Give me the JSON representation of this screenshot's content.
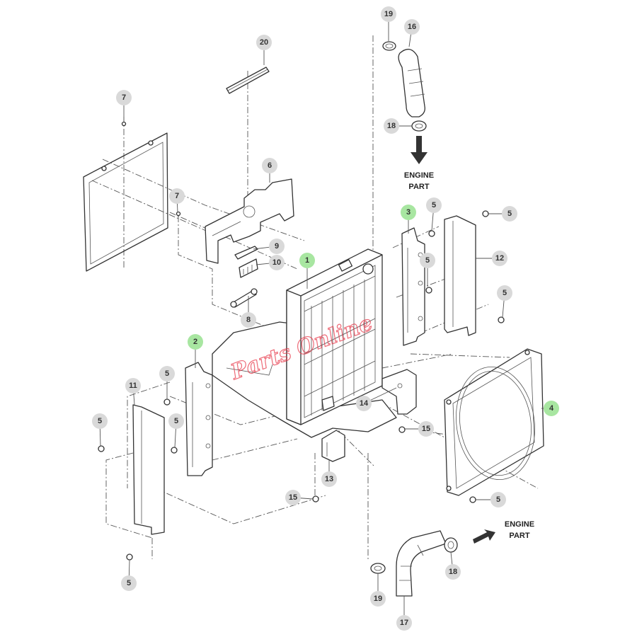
{
  "colors": {
    "callout_gray": "#d9d9d9",
    "callout_green": "#a8e6a1",
    "line": "#333333",
    "watermark": "#e8394a"
  },
  "engine_labels": [
    {
      "line1": "ENGINE",
      "line2": "PART"
    },
    {
      "line1": "ENGINE",
      "line2": "PART"
    }
  ],
  "callouts": [
    {
      "label": "1",
      "highlight": true
    },
    {
      "label": "2",
      "highlight": true
    },
    {
      "label": "3",
      "highlight": true
    },
    {
      "label": "4",
      "highlight": true
    },
    {
      "label": "5",
      "highlight": false
    },
    {
      "label": "5",
      "highlight": false
    },
    {
      "label": "5",
      "highlight": false
    },
    {
      "label": "5",
      "highlight": false
    },
    {
      "label": "5",
      "highlight": false
    },
    {
      "label": "5",
      "highlight": false
    },
    {
      "label": "5",
      "highlight": false
    },
    {
      "label": "5",
      "highlight": false
    },
    {
      "label": "5",
      "highlight": false
    },
    {
      "label": "6",
      "highlight": false
    },
    {
      "label": "7",
      "highlight": false
    },
    {
      "label": "7",
      "highlight": false
    },
    {
      "label": "8",
      "highlight": false
    },
    {
      "label": "9",
      "highlight": false
    },
    {
      "label": "10",
      "highlight": false
    },
    {
      "label": "11",
      "highlight": false
    },
    {
      "label": "12",
      "highlight": false
    },
    {
      "label": "13",
      "highlight": false
    },
    {
      "label": "14",
      "highlight": false
    },
    {
      "label": "15",
      "highlight": false
    },
    {
      "label": "15",
      "highlight": false
    },
    {
      "label": "16",
      "highlight": false
    },
    {
      "label": "17",
      "highlight": false
    },
    {
      "label": "18",
      "highlight": false
    },
    {
      "label": "18",
      "highlight": false
    },
    {
      "label": "19",
      "highlight": false
    },
    {
      "label": "19",
      "highlight": false
    },
    {
      "label": "20",
      "highlight": false
    }
  ]
}
